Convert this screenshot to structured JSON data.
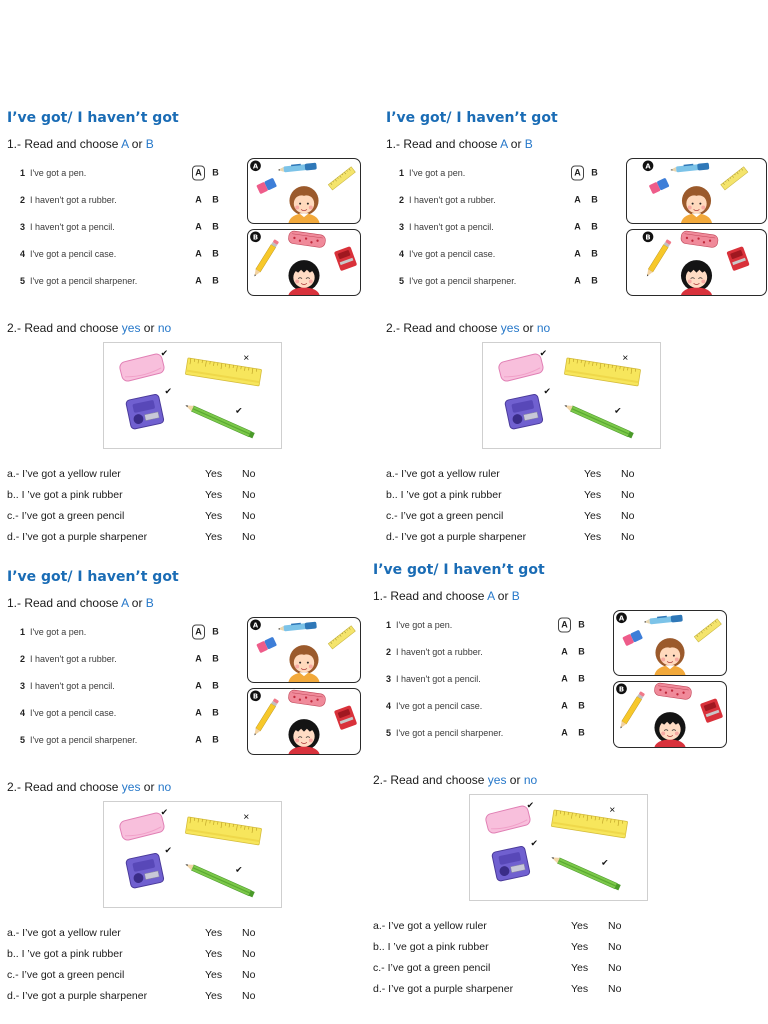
{
  "colors": {
    "title": "#1a6cb5",
    "accent": "#2577c9",
    "text": "#1b1b1b"
  },
  "worksheet": {
    "title": "I’ve got/ I haven’t got",
    "part1": {
      "heading": "1.- Read and choose",
      "option_a": "A",
      "or": "or",
      "option_b": "B",
      "items": [
        {
          "number": "1",
          "text": "I've got a pen.",
          "choices": [
            "A",
            "B"
          ],
          "circled": 0
        },
        {
          "number": "2",
          "text": "I haven't got a rubber.",
          "choices": [
            "A",
            "B"
          ],
          "circled": null
        },
        {
          "number": "3",
          "text": "I haven't got a pencil.",
          "choices": [
            "A",
            "B"
          ],
          "circled": null
        },
        {
          "number": "4",
          "text": "I've got a pencil case.",
          "choices": [
            "A",
            "B"
          ],
          "circled": null
        },
        {
          "number": "5",
          "text": "I've got a pencil sharpener.",
          "choices": [
            "A",
            "B"
          ],
          "circled": null
        }
      ],
      "picture_labels": [
        "A",
        "B"
      ]
    },
    "part2": {
      "heading": "2.- Read and choose",
      "option_yes": "yes",
      "or": "or",
      "option_no": "no",
      "marks": {
        "rubber": "✔",
        "ruler": "✕",
        "sharpener": "✔",
        "pencil": "✔"
      },
      "items": [
        {
          "text": "a.- I’ve got a yellow ruler",
          "yes": "Yes",
          "no": "No"
        },
        {
          "text": "b.. I ’ve got a pink rubber",
          "yes": "Yes",
          "no": "No"
        },
        {
          "text": "c.- I’ve got a green pencil",
          "yes": "Yes",
          "no": "No"
        },
        {
          "text": "d.- I’ve got a purple sharpener",
          "yes": "Yes",
          "no": "No"
        }
      ]
    }
  }
}
